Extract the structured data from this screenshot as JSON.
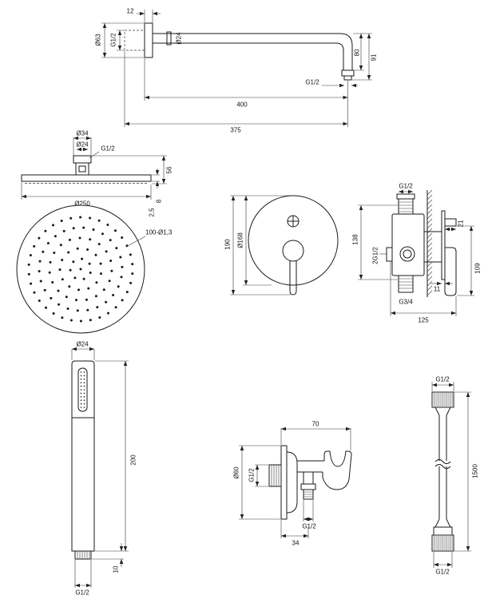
{
  "shower_arm": {
    "flange_width": "12",
    "flange_diameter": "Ø63",
    "wall_thread": "G1/2",
    "arm_diameter": "Ø24",
    "drop_80": "80",
    "drop_91": "91",
    "outlet_thread": "G1/2",
    "projection_400": "400",
    "length_375": "375"
  },
  "shower_head": {
    "connector_outer": "Ø34",
    "connector_inner": "Ø24",
    "thread": "G1/2",
    "height": "56",
    "plate": "8",
    "rim": "2,5",
    "diameter": "Ø250",
    "nozzles": "100-Ø1,3"
  },
  "mixer": {
    "height": "190",
    "plate_diameter": "Ø168",
    "top_thread": "G1/2",
    "body_height": "138",
    "outlets": "2G1/2",
    "depth_21": "21",
    "lever_109": "109",
    "offset_11": "11",
    "inlet": "G3/4",
    "depth_125": "125"
  },
  "hand_shower": {
    "diameter": "Ø24",
    "length": "200",
    "thread_length": "10",
    "thread": "G1/2"
  },
  "wall_outlet": {
    "length": "70",
    "flange": "Ø60",
    "inlet": "G1/2",
    "outlet": "G1/2",
    "offset": "34"
  },
  "hose": {
    "top_thread": "G1/2",
    "length": "1500",
    "bottom_thread": "G1/2"
  }
}
